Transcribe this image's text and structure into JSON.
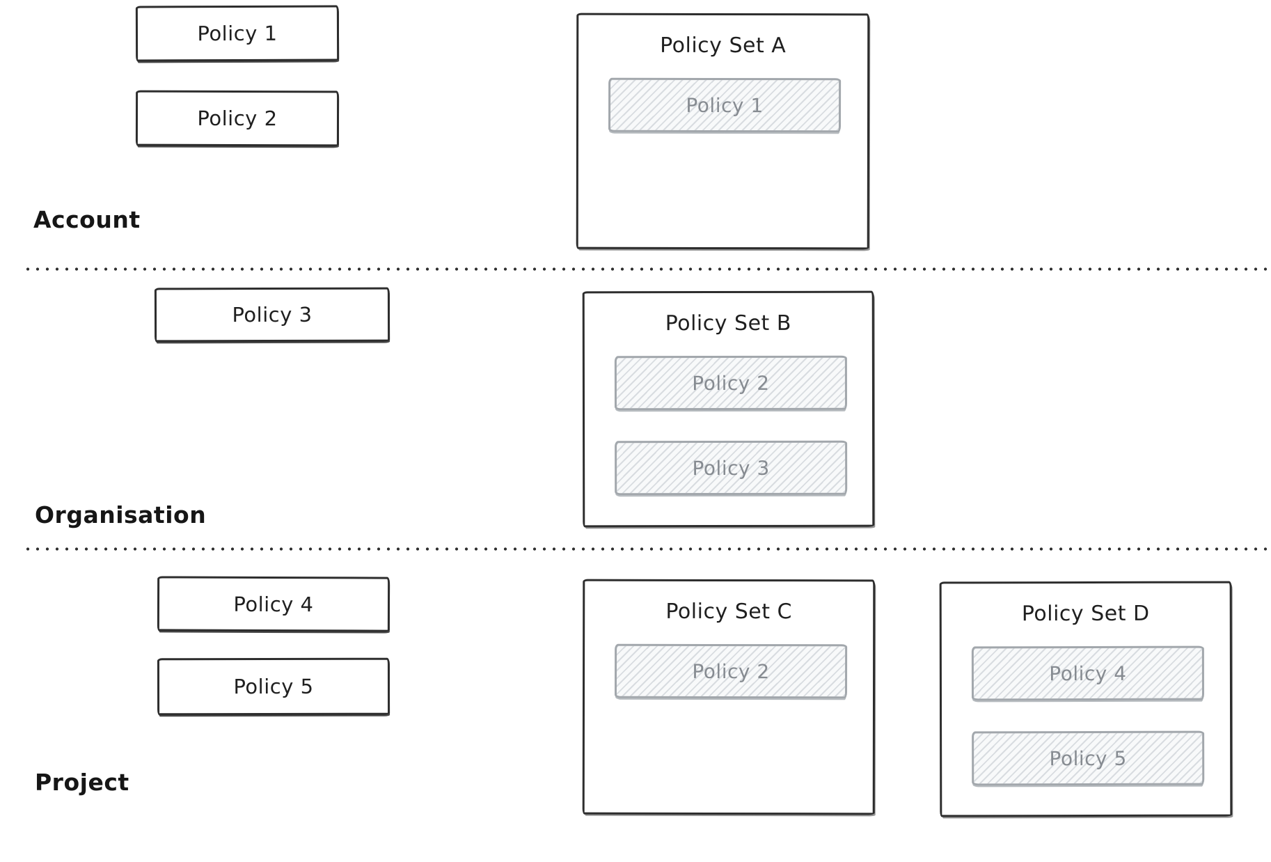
{
  "diagram": {
    "rows": [
      {
        "label": "Account"
      },
      {
        "label": "Organisation"
      },
      {
        "label": "Project"
      }
    ],
    "standalone_policies": [
      {
        "label": "Policy 1"
      },
      {
        "label": "Policy 2"
      },
      {
        "label": "Policy 3"
      },
      {
        "label": "Policy 4"
      },
      {
        "label": "Policy 5"
      }
    ],
    "policy_sets": [
      {
        "title": "Policy Set A",
        "policies": [
          "Policy 1"
        ]
      },
      {
        "title": "Policy Set B",
        "policies": [
          "Policy 2",
          "Policy 3"
        ]
      },
      {
        "title": "Policy Set C",
        "policies": [
          "Policy 2"
        ]
      },
      {
        "title": "Policy Set D",
        "policies": [
          "Policy 4",
          "Policy 5"
        ]
      }
    ],
    "colors": {
      "ink": "#1f1f1f",
      "box_border": "#2d2d2d",
      "muted_border": "#a2a7ac",
      "muted_text": "#868b91",
      "hatch": "#b9c0c7",
      "background": "#ffffff"
    }
  }
}
